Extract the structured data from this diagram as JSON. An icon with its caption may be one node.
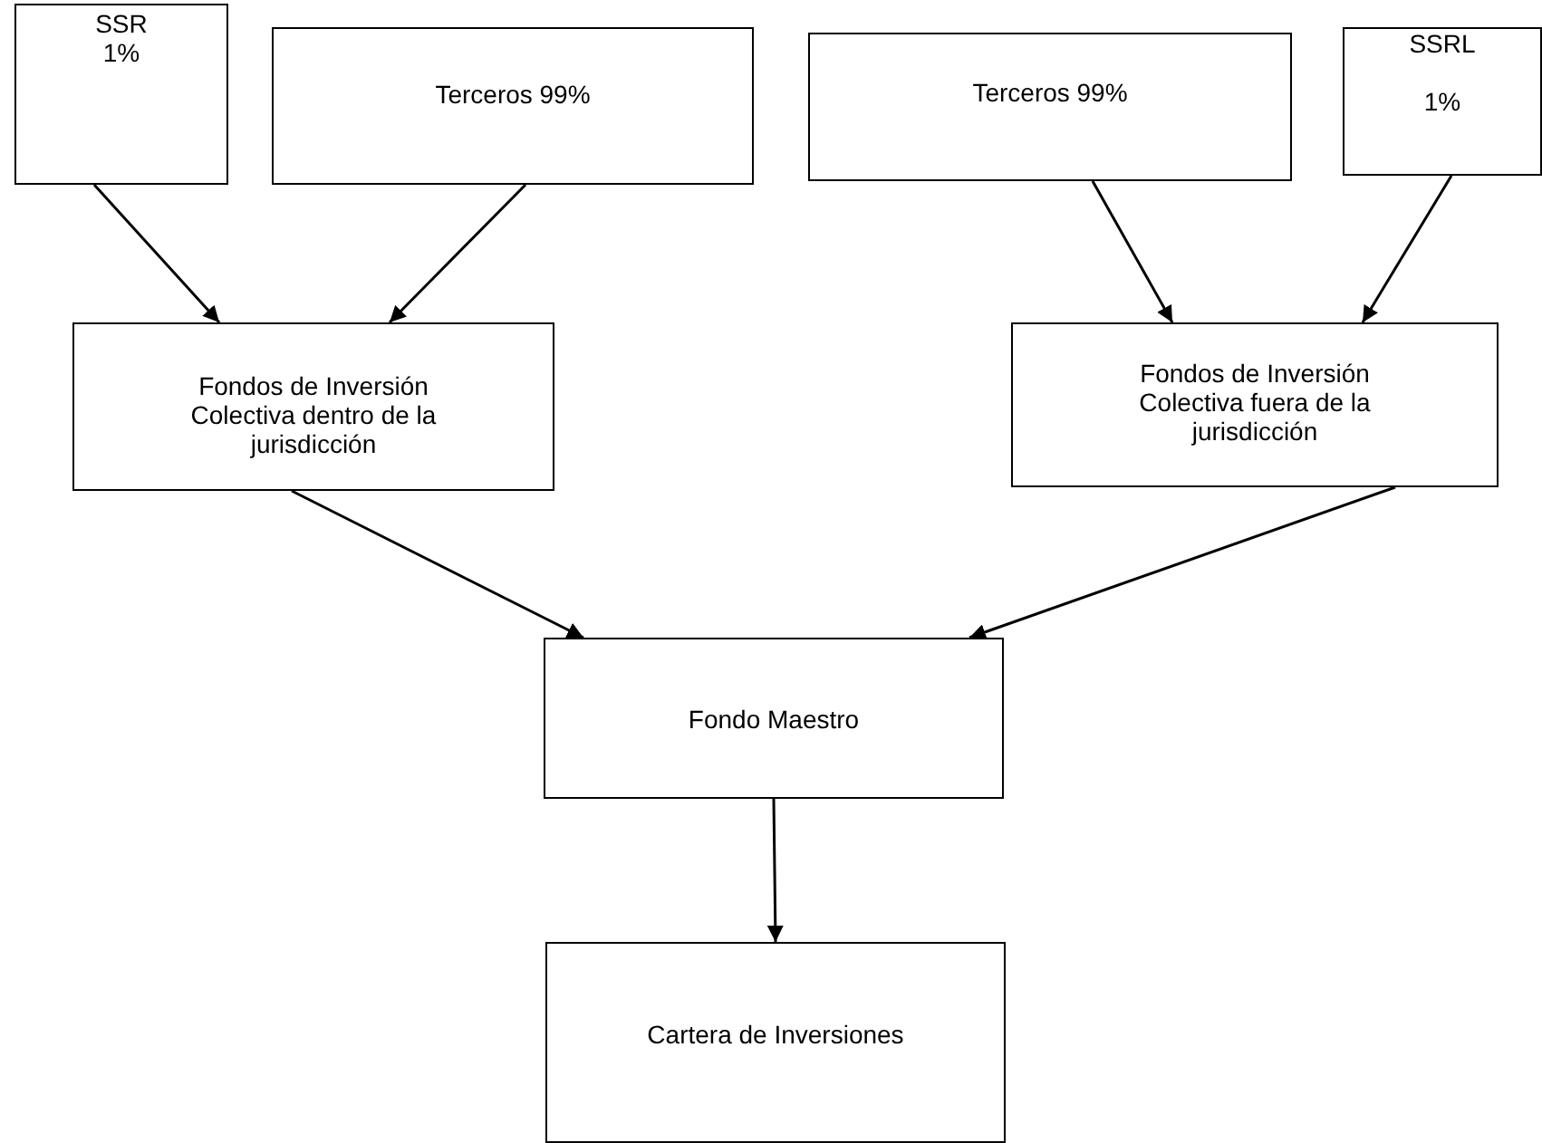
{
  "diagram": {
    "nodes": [
      {
        "text": [
          "SSR",
          "1%"
        ]
      },
      {
        "text": [
          "Terceros 99%"
        ]
      },
      {
        "text": [
          "Terceros 99%"
        ]
      },
      {
        "text": [
          "SSRL",
          "1%"
        ]
      },
      {
        "text": [
          "Fondos de Inversión Colectiva dentro de la jurisdicción"
        ]
      },
      {
        "text": [
          "Fondos de Inversión Colectiva fuera de la jurisdicción"
        ]
      },
      {
        "text": [
          "Fondo Maestro"
        ]
      },
      {
        "text": [
          "Cartera de Inversiones"
        ]
      }
    ],
    "edges": [
      {
        "from": 0,
        "to": 4,
        "arrow": "to"
      },
      {
        "from": 1,
        "to": 4,
        "arrow": "to"
      },
      {
        "from": 2,
        "to": 5,
        "arrow": "to"
      },
      {
        "from": 3,
        "to": 5,
        "arrow": "to"
      },
      {
        "from": 4,
        "to": 6,
        "arrow": "to"
      },
      {
        "from": 5,
        "to": 6,
        "arrow": "to"
      },
      {
        "from": 6,
        "to": 7,
        "arrow": "to"
      }
    ]
  }
}
